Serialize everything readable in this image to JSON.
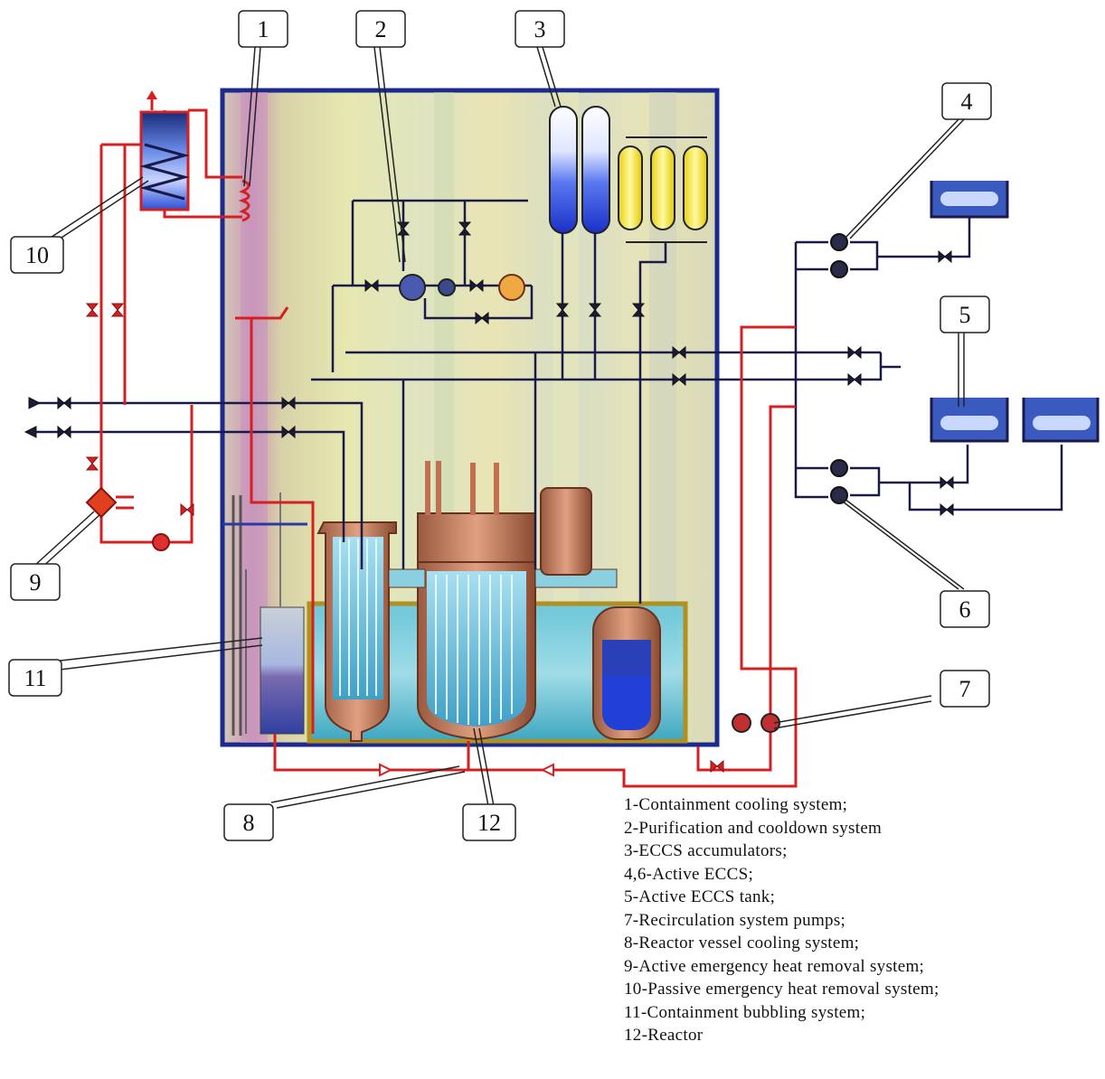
{
  "callouts": [
    {
      "id": "1",
      "label": "1"
    },
    {
      "id": "2",
      "label": "2"
    },
    {
      "id": "3",
      "label": "3"
    },
    {
      "id": "4",
      "label": "4"
    },
    {
      "id": "5",
      "label": "5"
    },
    {
      "id": "6",
      "label": "6"
    },
    {
      "id": "7",
      "label": "7"
    },
    {
      "id": "8",
      "label": "8"
    },
    {
      "id": "9",
      "label": "9"
    },
    {
      "id": "10",
      "label": "10"
    },
    {
      "id": "11",
      "label": "11"
    },
    {
      "id": "12",
      "label": "12"
    }
  ],
  "legend": [
    "1-Containment cooling system;",
    "2-Purification and cooldown system",
    "3-ECCS accumulators;",
    "4,6-Active ECCS;",
    "5-Active ECCS tank;",
    "7-Recirculation system pumps;",
    "8-Reactor vessel cooling system;",
    "9-Active emergency heat removal system;",
    "10-Passive emergency heat removal system;",
    "11-Containment bubbling system;",
    "12-Reactor"
  ],
  "colors": {
    "containment_border": "#1b2a8c",
    "red_pipe": "#d42020",
    "dark_pipe": "#1a1a4a",
    "tank_blue": "#2a4fd8",
    "accumulator_yellow": "#f0e020",
    "vessel_copper": "#c07050",
    "pool_teal": "#5ab8c8"
  }
}
